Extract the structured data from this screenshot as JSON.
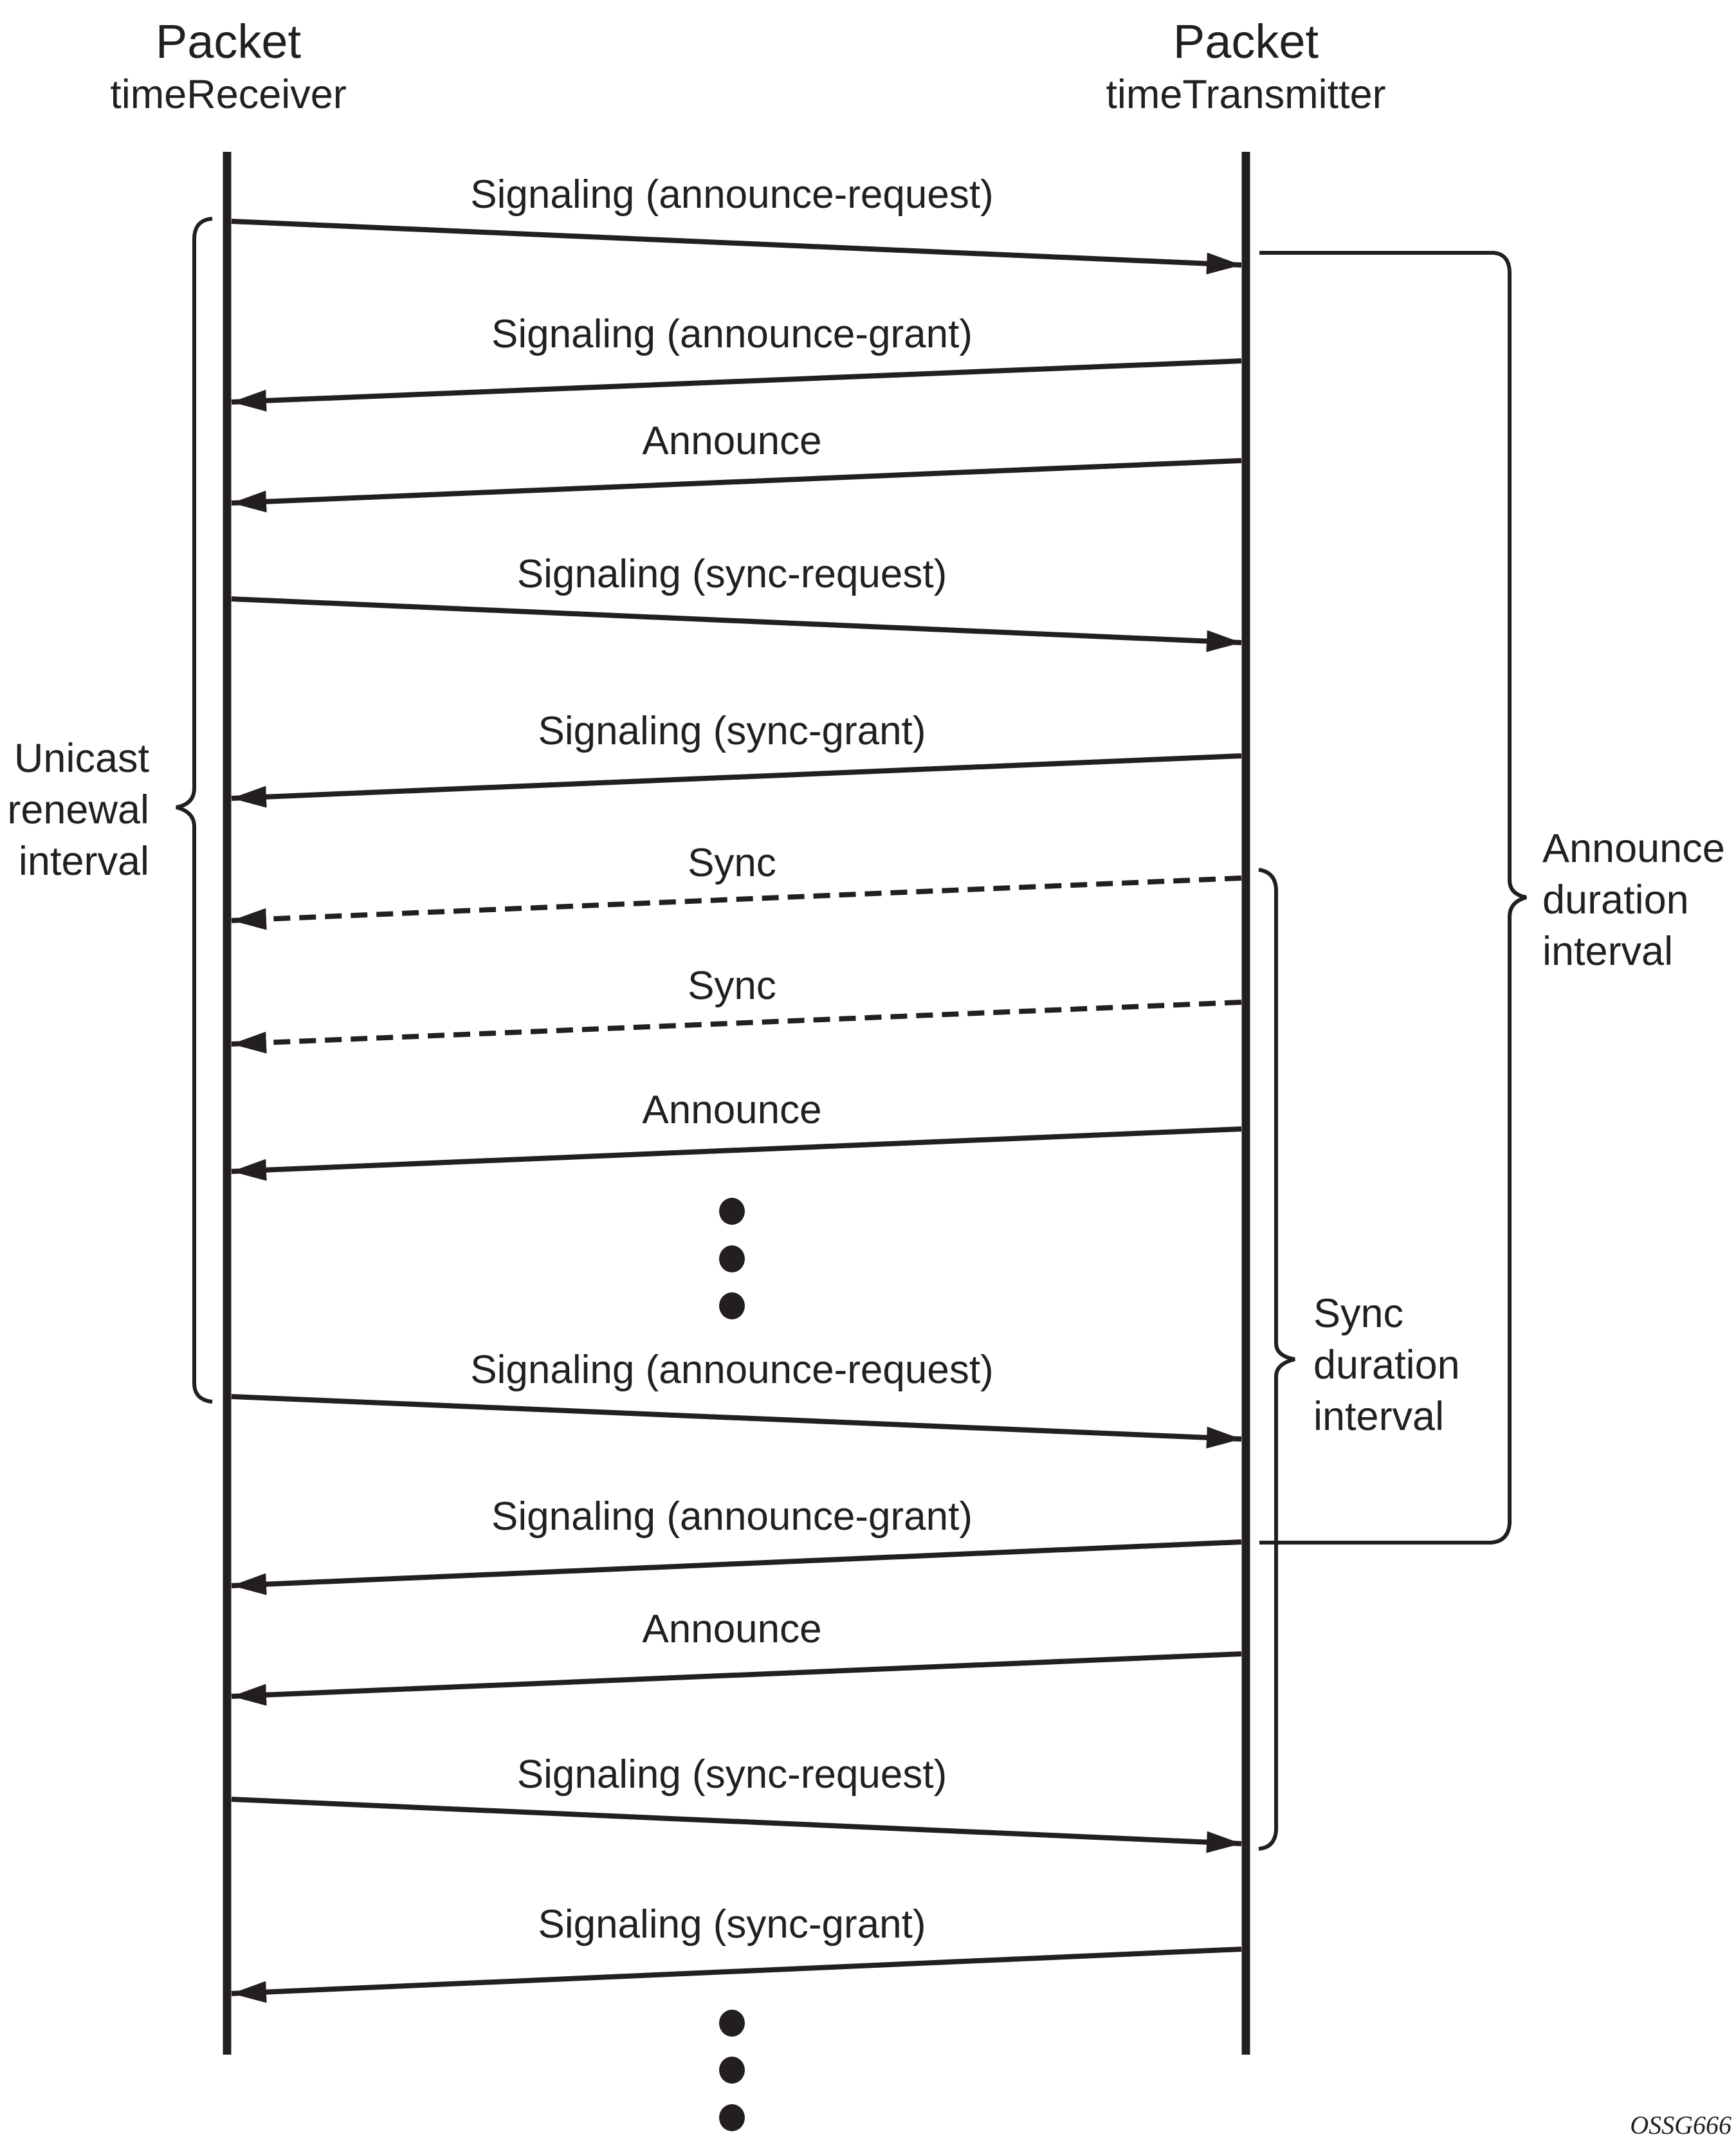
{
  "colors": {
    "ink": "#231f20",
    "background": "#ffffff"
  },
  "participants": [
    {
      "id": "receiver",
      "title": "Packet",
      "subtitle": "timeReceiver"
    },
    {
      "id": "transmitter",
      "title": "Packet",
      "subtitle": "timeTransmitter"
    }
  ],
  "messages": [
    {
      "label": "Signaling (announce-request)",
      "from": "receiver",
      "to": "transmitter",
      "style": "solid"
    },
    {
      "label": "Signaling (announce-grant)",
      "from": "transmitter",
      "to": "receiver",
      "style": "solid"
    },
    {
      "label": "Announce",
      "from": "transmitter",
      "to": "receiver",
      "style": "solid"
    },
    {
      "label": "Signaling (sync-request)",
      "from": "receiver",
      "to": "transmitter",
      "style": "solid"
    },
    {
      "label": "Signaling (sync-grant)",
      "from": "transmitter",
      "to": "receiver",
      "style": "solid"
    },
    {
      "label": "Sync",
      "from": "transmitter",
      "to": "receiver",
      "style": "dashed"
    },
    {
      "label": "Sync",
      "from": "transmitter",
      "to": "receiver",
      "style": "dashed"
    },
    {
      "label": "Announce",
      "from": "transmitter",
      "to": "receiver",
      "style": "solid"
    },
    {
      "label": "Signaling (announce-request)",
      "from": "receiver",
      "to": "transmitter",
      "style": "solid"
    },
    {
      "label": "Signaling (announce-grant)",
      "from": "transmitter",
      "to": "receiver",
      "style": "solid"
    },
    {
      "label": "Announce",
      "from": "transmitter",
      "to": "receiver",
      "style": "solid"
    },
    {
      "label": "Signaling (sync-request)",
      "from": "receiver",
      "to": "transmitter",
      "style": "solid"
    },
    {
      "label": "Signaling (sync-grant)",
      "from": "transmitter",
      "to": "receiver",
      "style": "solid"
    }
  ],
  "ellipses": [
    {
      "after_message": 8,
      "symbol": "continuation-dots"
    },
    {
      "after_message": 13,
      "symbol": "continuation-dots"
    }
  ],
  "intervals": [
    {
      "id": "unicast-renewal",
      "lines": [
        "Unicast",
        "renewal",
        "interval"
      ],
      "side": "left",
      "from_message": 1,
      "to_message": 9
    },
    {
      "id": "announce-duration",
      "lines": [
        "Announce",
        "duration",
        "interval"
      ],
      "side": "right",
      "from_message": 1,
      "to_message": 10
    },
    {
      "id": "sync-duration",
      "lines": [
        "Sync",
        "duration",
        "interval"
      ],
      "side": "right",
      "from_message": 6,
      "to_message": 12
    }
  ],
  "figure_id": "OSSG666"
}
